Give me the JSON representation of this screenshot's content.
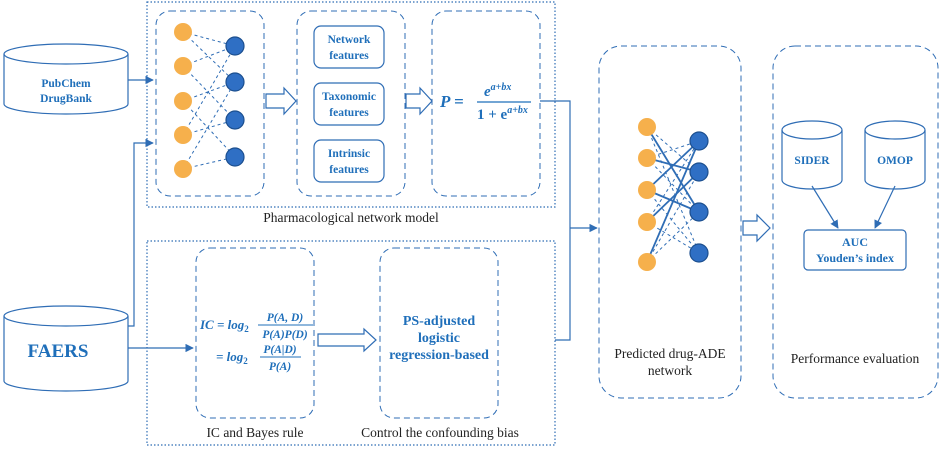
{
  "colors": {
    "line": "#2f6db5",
    "node_orange": "#f6b04c",
    "node_blue": "#2f6fc4",
    "text_blue": "#1f6fba",
    "caption": "#222222"
  },
  "databases": {
    "pubchem": [
      "PubChem",
      "DrugBank"
    ],
    "faers": "FAERS",
    "sider": "SIDER",
    "omop": "OMOP"
  },
  "features": {
    "network": [
      "Network",
      "features"
    ],
    "taxonomic": [
      "Taxonomic",
      "features"
    ],
    "intrinsic": [
      "Intrinsic",
      "features"
    ]
  },
  "formula_logistic": {
    "lhs": "P =",
    "numerator": "e",
    "numerator_exp": "a+bx",
    "denominator": "1 + e",
    "denominator_exp": "a+bx"
  },
  "formula_ic": {
    "line1_lhs": "IC = log",
    "line1_sub": "2",
    "line1_num": "P(A, D)",
    "line1_den": "P(A)P(D)",
    "line2_lhs": "= log",
    "line2_sub": "2",
    "line2_num": "P(A|D)",
    "line2_den": "P(A)"
  },
  "ps_method": [
    "PS-adjusted",
    "logistic",
    "regression-based"
  ],
  "metrics": [
    "AUC",
    "Youden’s index"
  ],
  "captions": {
    "pharmacological": "Pharmacological network model",
    "ic_bayes": "IC and Bayes rule",
    "confounding": "Control the confounding bias",
    "predicted": [
      "Predicted drug-ADE",
      "network"
    ],
    "performance": "Performance evaluation"
  }
}
